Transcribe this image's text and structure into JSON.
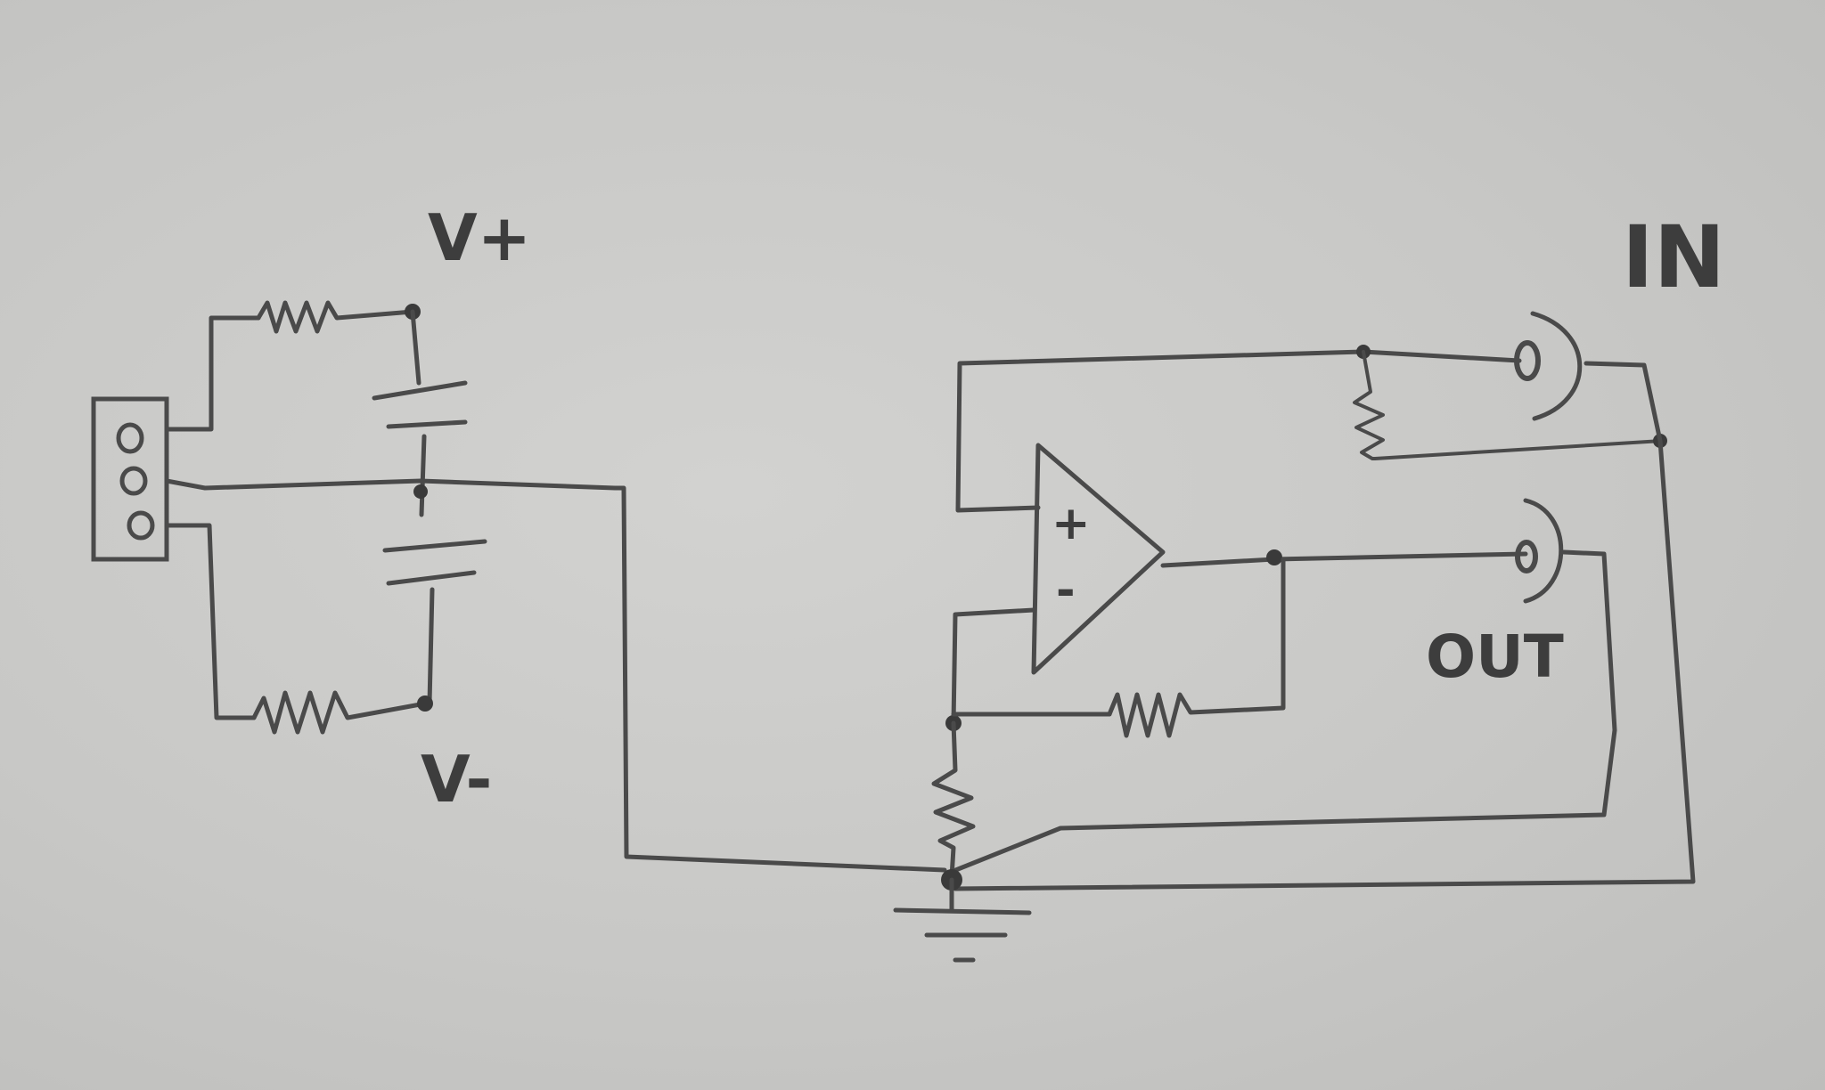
{
  "labels": {
    "v_plus": "V+",
    "v_minus": "V-",
    "input": "IN",
    "output": "OUT",
    "opamp_plus": "+",
    "opamp_minus": "-"
  },
  "colors": {
    "ink": "#4a4a4a",
    "paper": "#c9c9c7"
  }
}
